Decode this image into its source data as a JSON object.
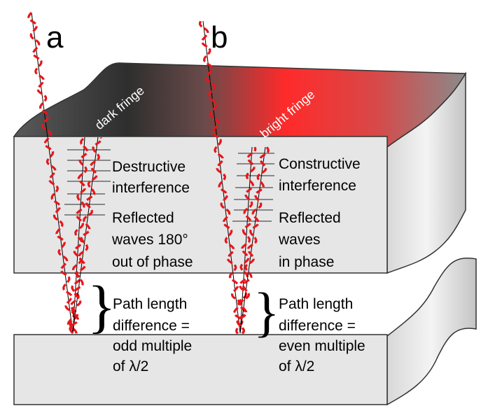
{
  "colors": {
    "wave": "#e8161b",
    "dark_fringe": "#3a3a3a",
    "bright_fringe": "#ff2a2a",
    "slab_front": "#e6e6e6",
    "slab_side": "#c8c8c8",
    "phase_marks": "#888888"
  },
  "panel_a": {
    "letter": "a",
    "fringe": "dark fringe",
    "interference": [
      "Destructive",
      "interference"
    ],
    "reflection": [
      "Reflected",
      "waves 180°",
      "out of phase"
    ],
    "path": [
      "Path length",
      "difference =",
      "odd multiple",
      "of λ/2"
    ]
  },
  "panel_b": {
    "letter": "b",
    "fringe": "bright fringe",
    "interference": [
      "Constructive",
      "interference"
    ],
    "reflection": [
      "Reflected",
      "waves",
      "in phase"
    ],
    "path": [
      "Path length",
      "difference =",
      "even multiple",
      "of λ/2"
    ]
  }
}
